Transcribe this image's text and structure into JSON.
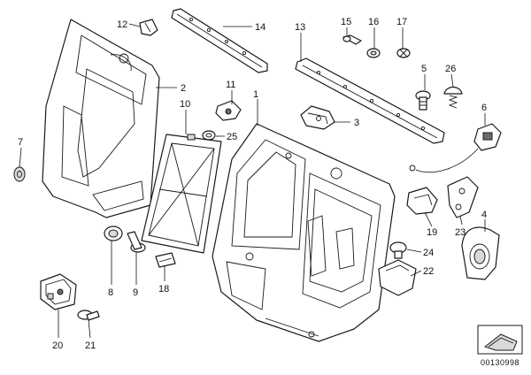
{
  "diagram": {
    "callouts": [
      {
        "id": "c1",
        "text": "1"
      },
      {
        "id": "c2",
        "text": "2"
      },
      {
        "id": "c3",
        "text": "3"
      },
      {
        "id": "c4",
        "text": "4"
      },
      {
        "id": "c5",
        "text": "5"
      },
      {
        "id": "c6",
        "text": "6"
      },
      {
        "id": "c7",
        "text": "7"
      },
      {
        "id": "c8",
        "text": "8"
      },
      {
        "id": "c9",
        "text": "9"
      },
      {
        "id": "c10",
        "text": "10"
      },
      {
        "id": "c11",
        "text": "11"
      },
      {
        "id": "c12",
        "text": "12"
      },
      {
        "id": "c13",
        "text": "13"
      },
      {
        "id": "c14",
        "text": "14"
      },
      {
        "id": "c15",
        "text": "15"
      },
      {
        "id": "c16",
        "text": "16"
      },
      {
        "id": "c17",
        "text": "17"
      },
      {
        "id": "c18",
        "text": "18"
      },
      {
        "id": "c19",
        "text": "19"
      },
      {
        "id": "c20",
        "text": "20"
      },
      {
        "id": "c21",
        "text": "21"
      },
      {
        "id": "c22",
        "text": "22"
      },
      {
        "id": "c23",
        "text": "23"
      },
      {
        "id": "c24",
        "text": "24"
      },
      {
        "id": "c25",
        "text": "25"
      },
      {
        "id": "c26",
        "text": "26"
      }
    ],
    "reference_code": "00130998",
    "colors": {
      "line": "#1a1a1a",
      "fill": "#ffffff",
      "shade": "#d9d9d9"
    }
  }
}
